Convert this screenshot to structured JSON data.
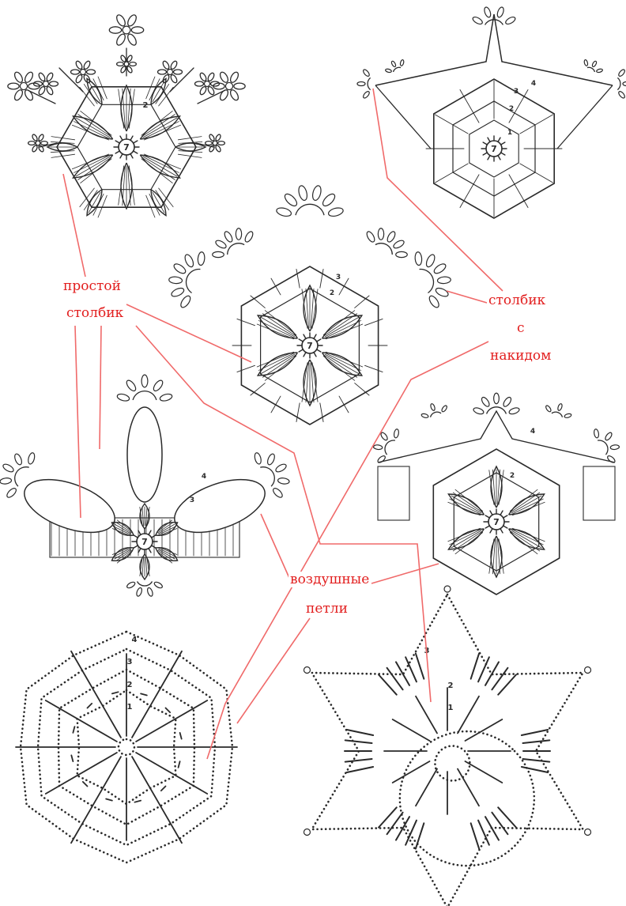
{
  "labels": {
    "single_crochet": [
      "простой",
      "столбик"
    ],
    "double_crochet": [
      "столбик",
      "с",
      "накидом"
    ],
    "chain_loops": [
      "воздушные",
      "петли"
    ]
  },
  "diagrams": [
    {
      "id": "snowflake-1",
      "center_number": "7",
      "row_numbers": [
        "2"
      ]
    },
    {
      "id": "snowflake-2",
      "center_number": "7",
      "row_numbers": [
        "4",
        "3",
        "2",
        "1"
      ]
    },
    {
      "id": "snowflake-3",
      "center_number": "7",
      "row_numbers": [
        "3",
        "2"
      ]
    },
    {
      "id": "snowflake-4",
      "center_number": "7",
      "row_numbers": [
        "4",
        "3"
      ]
    },
    {
      "id": "snowflake-5",
      "center_number": "7",
      "row_numbers": [
        "4",
        "2"
      ]
    },
    {
      "id": "round-base",
      "row_numbers": [
        "4",
        "3",
        "2",
        "1"
      ]
    },
    {
      "id": "star-base",
      "row_numbers": [
        "3",
        "2",
        "1"
      ]
    }
  ],
  "colors": {
    "lines": "#2a2a2a",
    "labels": "#e21e1e",
    "leaders": "#f06a6a",
    "background": "#ffffff"
  }
}
